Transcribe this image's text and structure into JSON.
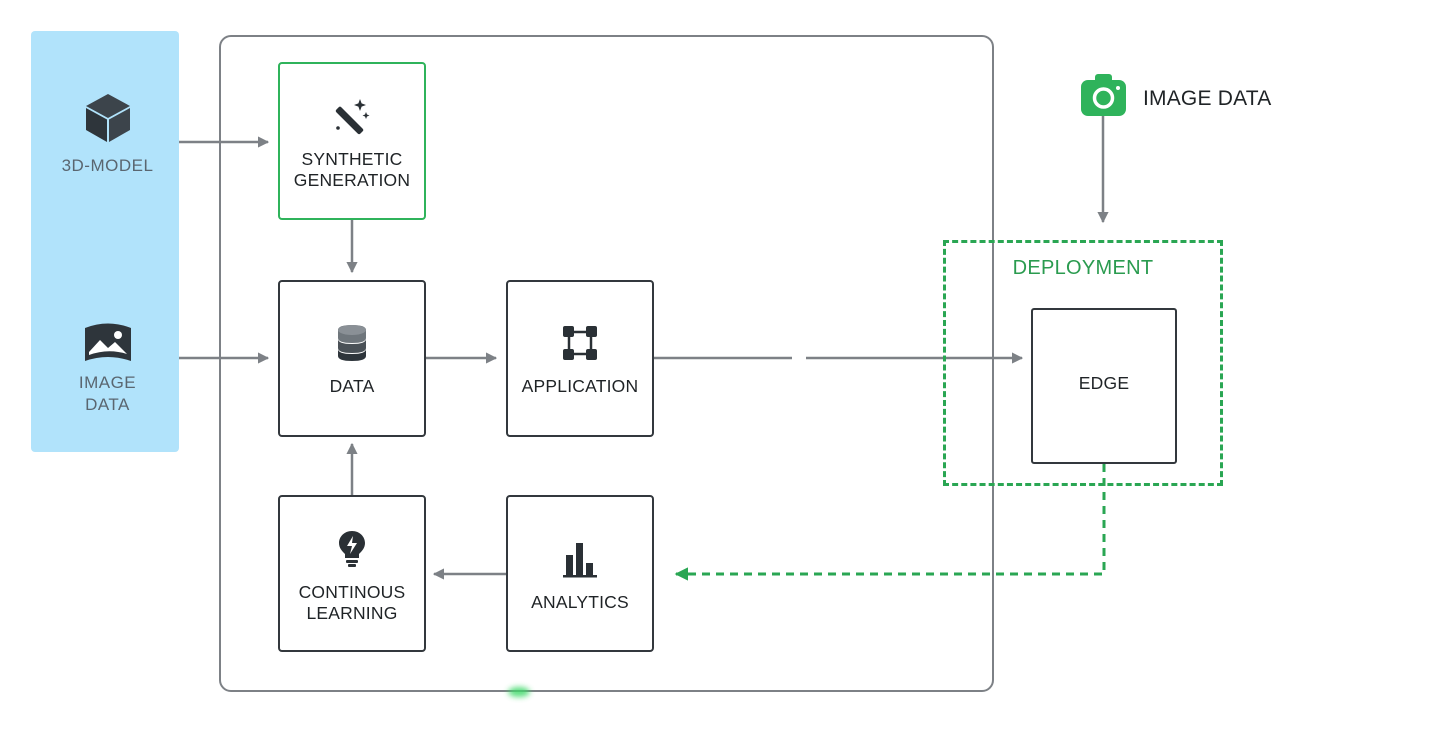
{
  "sidebar": {
    "model_label": "3D-MODEL",
    "image_label_line1": "IMAGE",
    "image_label_line2": "DATA"
  },
  "nodes": {
    "synthetic_line1": "SYNTHETIC",
    "synthetic_line2": "GENERATION",
    "data": "DATA",
    "application": "APPLICATION",
    "learning_line1": "CONTINOUS",
    "learning_line2": "LEARNING",
    "analytics": "ANALYTICS"
  },
  "deployment": {
    "title": "DEPLOYMENT",
    "edge": "EDGE"
  },
  "camera": {
    "label": "IMAGE DATA"
  },
  "colors": {
    "accent_green": "#2fb35b",
    "sidebar_blue": "#b1e3fb",
    "arrow_gray": "#7d8186",
    "node_border": "#33383d"
  }
}
